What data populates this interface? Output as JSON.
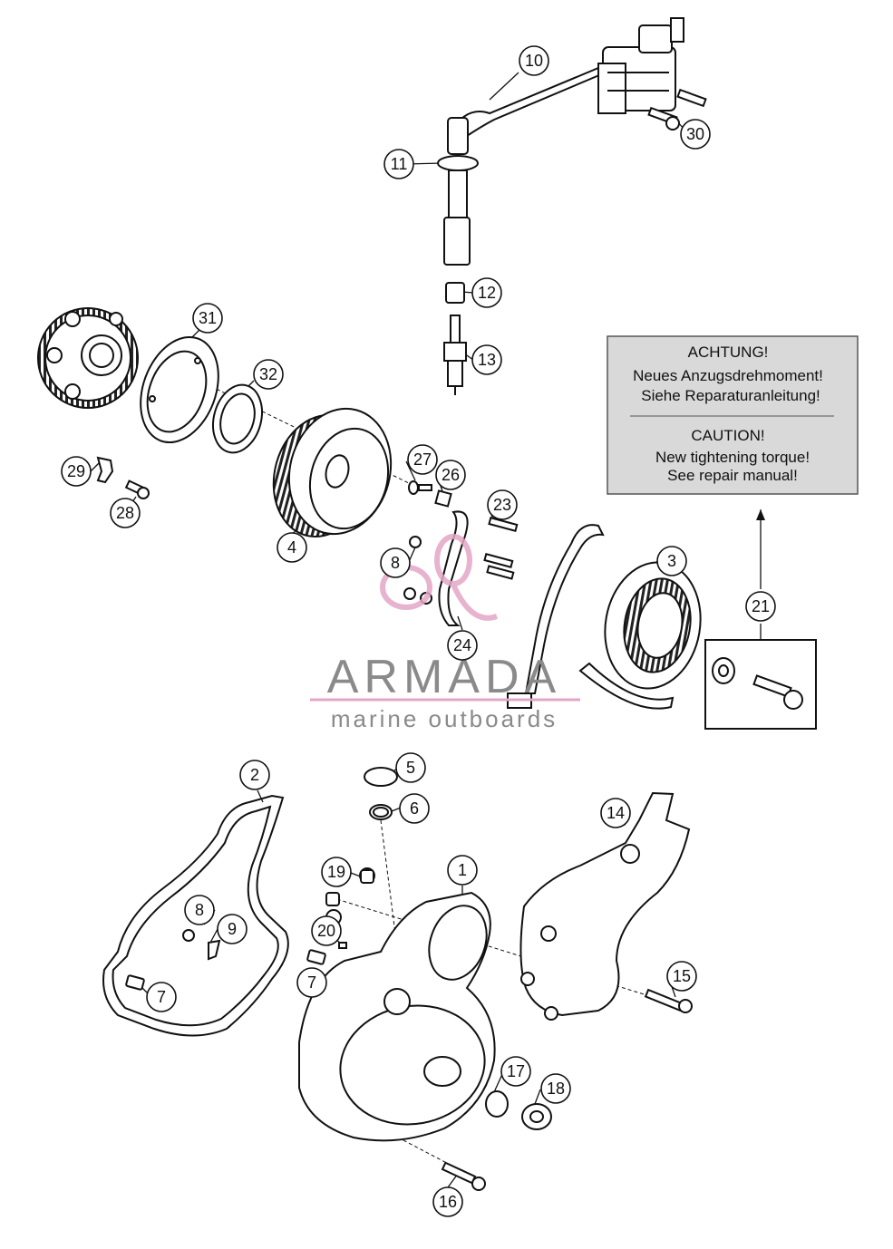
{
  "callouts": [
    {
      "id": "c10",
      "label": "10"
    },
    {
      "id": "c11",
      "label": "11"
    },
    {
      "id": "c30",
      "label": "30"
    },
    {
      "id": "c12",
      "label": "12"
    },
    {
      "id": "c13",
      "label": "13"
    },
    {
      "id": "c31",
      "label": "31"
    },
    {
      "id": "c32",
      "label": "32"
    },
    {
      "id": "c29",
      "label": "29"
    },
    {
      "id": "c28",
      "label": "28"
    },
    {
      "id": "c27",
      "label": "27"
    },
    {
      "id": "c26",
      "label": "26"
    },
    {
      "id": "c4",
      "label": "4"
    },
    {
      "id": "c23",
      "label": "23"
    },
    {
      "id": "c8a",
      "label": "8"
    },
    {
      "id": "c24",
      "label": "24"
    },
    {
      "id": "c3",
      "label": "3"
    },
    {
      "id": "c21",
      "label": "21"
    },
    {
      "id": "c2",
      "label": "2"
    },
    {
      "id": "c5",
      "label": "5"
    },
    {
      "id": "c6",
      "label": "6"
    },
    {
      "id": "c14",
      "label": "14"
    },
    {
      "id": "c19",
      "label": "19"
    },
    {
      "id": "c1",
      "label": "1"
    },
    {
      "id": "c8b",
      "label": "8"
    },
    {
      "id": "c9",
      "label": "9"
    },
    {
      "id": "c20",
      "label": "20"
    },
    {
      "id": "c7a",
      "label": "7"
    },
    {
      "id": "c7b",
      "label": "7"
    },
    {
      "id": "c15",
      "label": "15"
    },
    {
      "id": "c17",
      "label": "17"
    },
    {
      "id": "c18",
      "label": "18"
    },
    {
      "id": "c16",
      "label": "16"
    }
  ],
  "notice": {
    "de_title": "ACHTUNG!",
    "de_line1": "Neues Anzugsdrehmoment!",
    "de_line2": "Siehe Reparaturanleitung!",
    "en_title": "CAUTION!",
    "en_line1": "New tightening torque!",
    "en_line2": "See repair manual!"
  },
  "watermark": {
    "brand": "ARMADA",
    "tagline": "marine outboards",
    "colors": {
      "text": "#8a8a8a",
      "accent": "#e4a6c6"
    }
  },
  "colors": {
    "line": "#111111",
    "notice_bg": "#d9d9d9",
    "callout_bg": "#ffffff"
  }
}
